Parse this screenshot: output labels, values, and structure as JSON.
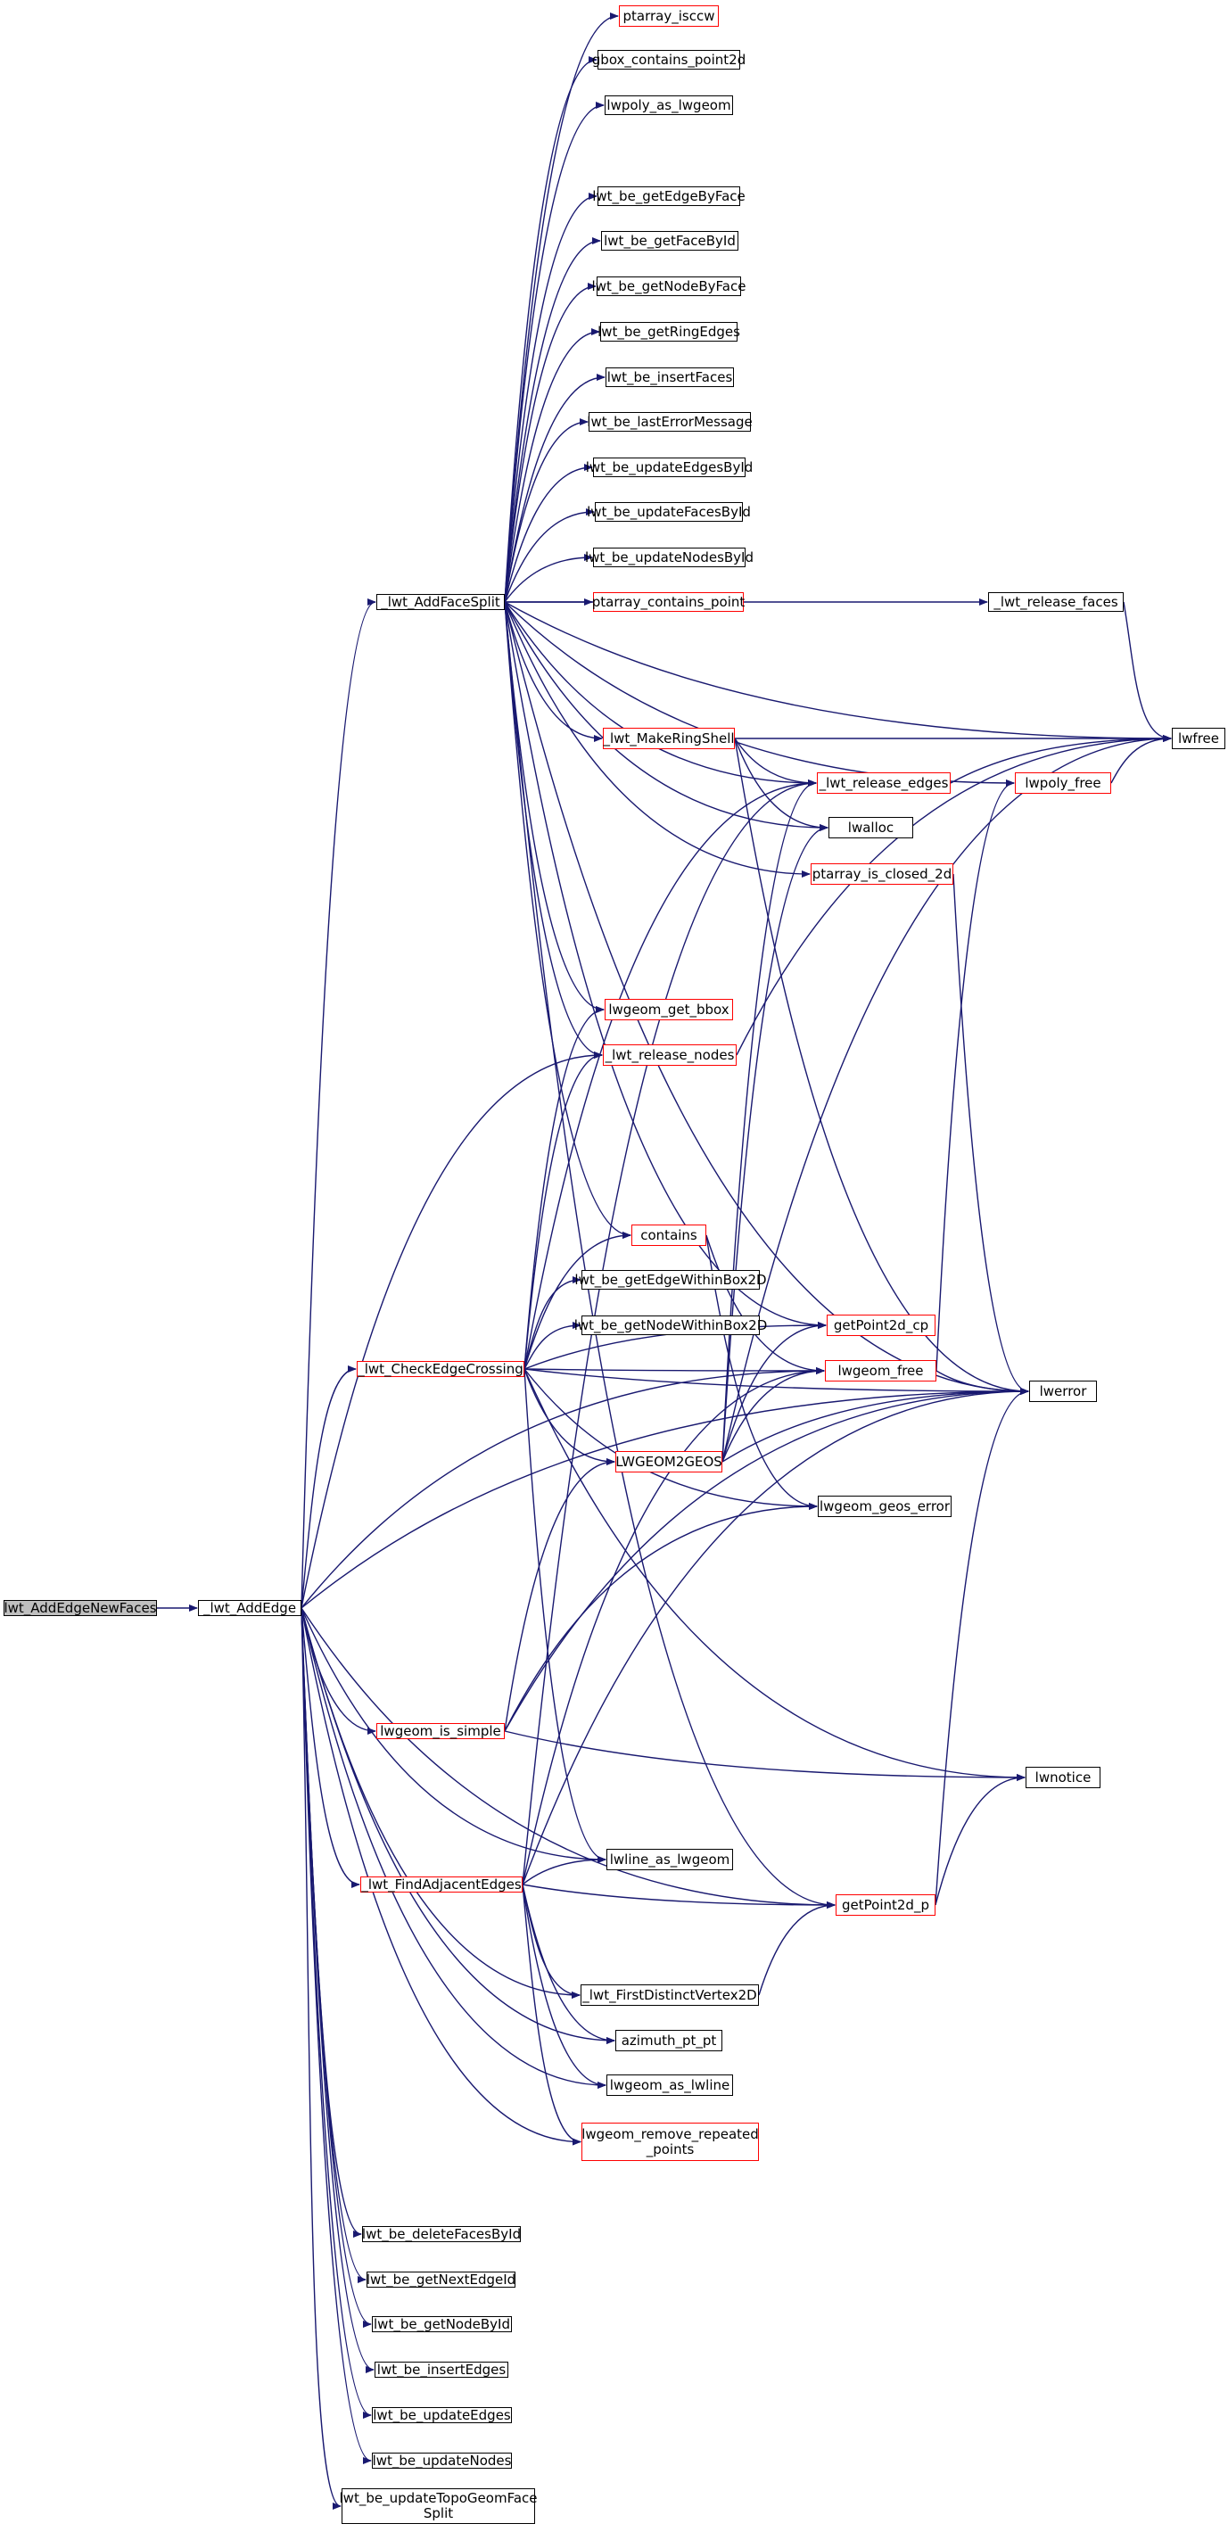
{
  "colors": {
    "edge": "#191970",
    "border_default": "#000000",
    "border_incomplete": "#ff0000",
    "root_fill": "#bfbfbf",
    "background": "#ffffff"
  },
  "nodes": [
    {
      "id": "root",
      "label": "lwt_AddEdgeNewFaces",
      "border": "black",
      "root": true
    },
    {
      "id": "addedge",
      "label": "_lwt_AddEdge",
      "border": "black"
    },
    {
      "id": "addfacesplit",
      "label": "_lwt_AddFaceSplit",
      "border": "black"
    },
    {
      "id": "checkedgecrossing",
      "label": "_lwt_CheckEdgeCrossing",
      "border": "red"
    },
    {
      "id": "lwgeom_is_simple",
      "label": "lwgeom_is_simple",
      "border": "red"
    },
    {
      "id": "findadjacent",
      "label": "_lwt_FindAdjacentEdges",
      "border": "red"
    },
    {
      "id": "deletefaces",
      "label": "lwt_be_deleteFacesById",
      "border": "black"
    },
    {
      "id": "getnextedge",
      "label": "lwt_be_getNextEdgeId",
      "border": "black"
    },
    {
      "id": "getnodebyid",
      "label": "lwt_be_getNodeById",
      "border": "black"
    },
    {
      "id": "insertedges",
      "label": "lwt_be_insertEdges",
      "border": "black"
    },
    {
      "id": "updateedges",
      "label": "lwt_be_updateEdges",
      "border": "black"
    },
    {
      "id": "updatenodes",
      "label": "lwt_be_updateNodes",
      "border": "black"
    },
    {
      "id": "updatetopo",
      "label": "lwt_be_updateTopoGeomFace\nSplit",
      "border": "black"
    },
    {
      "id": "isccw",
      "label": "ptarray_isccw",
      "border": "red"
    },
    {
      "id": "gbox",
      "label": "gbox_contains_point2d",
      "border": "black"
    },
    {
      "id": "lwpoly_as",
      "label": "lwpoly_as_lwgeom",
      "border": "black"
    },
    {
      "id": "getedgebyface",
      "label": "lwt_be_getEdgeByFace",
      "border": "black"
    },
    {
      "id": "getfacebyid",
      "label": "lwt_be_getFaceById",
      "border": "black"
    },
    {
      "id": "getnodebyface",
      "label": "lwt_be_getNodeByFace",
      "border": "black"
    },
    {
      "id": "getringedges",
      "label": "lwt_be_getRingEdges",
      "border": "black"
    },
    {
      "id": "insertfaces",
      "label": "lwt_be_insertFaces",
      "border": "black"
    },
    {
      "id": "lasterror",
      "label": "lwt_be_lastErrorMessage",
      "border": "black"
    },
    {
      "id": "updateedgesbyid",
      "label": "lwt_be_updateEdgesById",
      "border": "black"
    },
    {
      "id": "updatefacesbyid",
      "label": "lwt_be_updateFacesById",
      "border": "black"
    },
    {
      "id": "updatenodesbyid",
      "label": "lwt_be_updateNodesById",
      "border": "black"
    },
    {
      "id": "contains_point",
      "label": "ptarray_contains_point",
      "border": "red"
    },
    {
      "id": "makeringshell",
      "label": "_lwt_MakeRingShell",
      "border": "red"
    },
    {
      "id": "lwgeom_get_bbox",
      "label": "lwgeom_get_bbox",
      "border": "red"
    },
    {
      "id": "release_nodes",
      "label": "_lwt_release_nodes",
      "border": "red"
    },
    {
      "id": "contains",
      "label": "contains",
      "border": "red"
    },
    {
      "id": "lwgeom2geos",
      "label": "LWGEOM2GEOS",
      "border": "red"
    },
    {
      "id": "lwline_as",
      "label": "lwline_as_lwgeom",
      "border": "black"
    },
    {
      "id": "firstdistinct",
      "label": "_lwt_FirstDistinctVertex2D",
      "border": "black"
    },
    {
      "id": "azimuth",
      "label": "azimuth_pt_pt",
      "border": "black"
    },
    {
      "id": "lwgeom_as_lwline",
      "label": "lwgeom_as_lwline",
      "border": "black"
    },
    {
      "id": "remove_repeated",
      "label": "lwgeom_remove_repeated\n_points",
      "border": "red"
    },
    {
      "id": "getedgewithin",
      "label": "lwt_be_getEdgeWithinBox2D",
      "border": "black"
    },
    {
      "id": "getnodewithin",
      "label": "lwt_be_getNodeWithinBox2D",
      "border": "black"
    },
    {
      "id": "release_faces",
      "label": "_lwt_release_faces",
      "border": "black"
    },
    {
      "id": "release_edges",
      "label": "_lwt_release_edges",
      "border": "red"
    },
    {
      "id": "lwalloc",
      "label": "lwalloc",
      "border": "black"
    },
    {
      "id": "is_closed_2d",
      "label": "ptarray_is_closed_2d",
      "border": "red"
    },
    {
      "id": "getpoint2d_cp",
      "label": "getPoint2d_cp",
      "border": "red"
    },
    {
      "id": "lwgeom_free",
      "label": "lwgeom_free",
      "border": "red"
    },
    {
      "id": "geos_error",
      "label": "lwgeom_geos_error",
      "border": "black"
    },
    {
      "id": "getpoint2d_p",
      "label": "getPoint2d_p",
      "border": "red"
    },
    {
      "id": "lwpoly_free",
      "label": "lwpoly_free",
      "border": "red"
    },
    {
      "id": "lwfree",
      "label": "lwfree",
      "border": "black"
    },
    {
      "id": "lwerror",
      "label": "lwerror",
      "border": "black"
    },
    {
      "id": "lwnotice",
      "label": "lwnotice",
      "border": "black"
    }
  ],
  "edges": [
    [
      "root",
      "addedge"
    ],
    [
      "addedge",
      "addfacesplit"
    ],
    [
      "addedge",
      "checkedgecrossing"
    ],
    [
      "addedge",
      "lwgeom_is_simple"
    ],
    [
      "addedge",
      "findadjacent"
    ],
    [
      "addedge",
      "deletefaces"
    ],
    [
      "addedge",
      "getnextedge"
    ],
    [
      "addedge",
      "getnodebyid"
    ],
    [
      "addedge",
      "insertedges"
    ],
    [
      "addedge",
      "updateedges"
    ],
    [
      "addedge",
      "updatenodes"
    ],
    [
      "addedge",
      "updatetopo"
    ],
    [
      "addedge",
      "lwline_as"
    ],
    [
      "addedge",
      "firstdistinct"
    ],
    [
      "addedge",
      "azimuth"
    ],
    [
      "addedge",
      "lwgeom_as_lwline"
    ],
    [
      "addedge",
      "remove_repeated"
    ],
    [
      "addedge",
      "getpoint2d_p"
    ],
    [
      "addedge",
      "release_nodes"
    ],
    [
      "addedge",
      "lwerror"
    ],
    [
      "addedge",
      "lwgeom_free"
    ],
    [
      "addfacesplit",
      "isccw"
    ],
    [
      "addfacesplit",
      "gbox"
    ],
    [
      "addfacesplit",
      "lwpoly_as"
    ],
    [
      "addfacesplit",
      "getedgebyface"
    ],
    [
      "addfacesplit",
      "getfacebyid"
    ],
    [
      "addfacesplit",
      "getnodebyface"
    ],
    [
      "addfacesplit",
      "getringedges"
    ],
    [
      "addfacesplit",
      "insertfaces"
    ],
    [
      "addfacesplit",
      "lasterror"
    ],
    [
      "addfacesplit",
      "updateedgesbyid"
    ],
    [
      "addfacesplit",
      "updatefacesbyid"
    ],
    [
      "addfacesplit",
      "updatenodesbyid"
    ],
    [
      "addfacesplit",
      "contains_point"
    ],
    [
      "addfacesplit",
      "release_faces"
    ],
    [
      "addfacesplit",
      "makeringshell"
    ],
    [
      "addfacesplit",
      "release_edges"
    ],
    [
      "addfacesplit",
      "lwalloc"
    ],
    [
      "addfacesplit",
      "is_closed_2d"
    ],
    [
      "addfacesplit",
      "lwgeom_get_bbox"
    ],
    [
      "addfacesplit",
      "release_nodes"
    ],
    [
      "addfacesplit",
      "contains"
    ],
    [
      "addfacesplit",
      "getpoint2d_cp"
    ],
    [
      "addfacesplit",
      "lwfree"
    ],
    [
      "addfacesplit",
      "lwpoly_free"
    ],
    [
      "addfacesplit",
      "lwerror"
    ],
    [
      "addfacesplit",
      "getpoint2d_p"
    ],
    [
      "makeringshell",
      "release_edges"
    ],
    [
      "makeringshell",
      "lwalloc"
    ],
    [
      "makeringshell",
      "lwfree"
    ],
    [
      "makeringshell",
      "lwerror"
    ],
    [
      "release_faces",
      "lwfree"
    ],
    [
      "release_edges",
      "lwfree"
    ],
    [
      "lwpoly_free",
      "lwfree"
    ],
    [
      "release_nodes",
      "lwfree"
    ],
    [
      "is_closed_2d",
      "lwerror"
    ],
    [
      "checkedgecrossing",
      "lwgeom_get_bbox"
    ],
    [
      "checkedgecrossing",
      "release_nodes"
    ],
    [
      "checkedgecrossing",
      "contains"
    ],
    [
      "checkedgecrossing",
      "getedgewithin"
    ],
    [
      "checkedgecrossing",
      "getnodewithin"
    ],
    [
      "checkedgecrossing",
      "getpoint2d_cp"
    ],
    [
      "checkedgecrossing",
      "lwgeom2geos"
    ],
    [
      "checkedgecrossing",
      "geos_error"
    ],
    [
      "checkedgecrossing",
      "lwerror"
    ],
    [
      "checkedgecrossing",
      "lwnotice"
    ],
    [
      "checkedgecrossing",
      "lwline_as"
    ],
    [
      "checkedgecrossing",
      "lwgeom_free"
    ],
    [
      "checkedgecrossing",
      "release_edges"
    ],
    [
      "contains",
      "lwgeom_free"
    ],
    [
      "contains",
      "geos_error"
    ],
    [
      "lwgeom2geos",
      "lwgeom_free"
    ],
    [
      "lwgeom2geos",
      "lwerror"
    ],
    [
      "lwgeom2geos",
      "lwfree"
    ],
    [
      "lwgeom2geos",
      "getpoint2d_cp"
    ],
    [
      "lwgeom2geos",
      "lwalloc"
    ],
    [
      "lwgeom2geos",
      "release_edges"
    ],
    [
      "lwgeom_free",
      "lwerror"
    ],
    [
      "lwgeom_free",
      "lwpoly_free"
    ],
    [
      "lwgeom_is_simple",
      "lwgeom2geos"
    ],
    [
      "lwgeom_is_simple",
      "geos_error"
    ],
    [
      "lwgeom_is_simple",
      "lwerror"
    ],
    [
      "lwgeom_is_simple",
      "lwnotice"
    ],
    [
      "findadjacent",
      "lwline_as"
    ],
    [
      "findadjacent",
      "getpoint2d_p"
    ],
    [
      "findadjacent",
      "firstdistinct"
    ],
    [
      "findadjacent",
      "azimuth"
    ],
    [
      "findadjacent",
      "lwgeom_as_lwline"
    ],
    [
      "findadjacent",
      "remove_repeated"
    ],
    [
      "findadjacent",
      "lwgeom_free"
    ],
    [
      "findadjacent",
      "lwerror"
    ],
    [
      "findadjacent",
      "release_edges"
    ],
    [
      "firstdistinct",
      "getpoint2d_p"
    ],
    [
      "getpoint2d_p",
      "lwerror"
    ],
    [
      "getpoint2d_p",
      "lwnotice"
    ]
  ]
}
